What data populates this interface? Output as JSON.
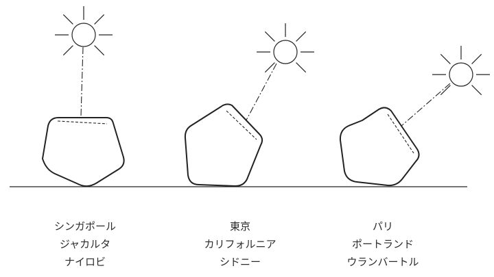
{
  "diagram": {
    "panels": [
      {
        "cities": [
          "シンガポール",
          "ジャカルタ",
          "ナイロビ"
        ]
      },
      {
        "cities": [
          "東京",
          "カリフォルニア",
          "シドニー"
        ]
      },
      {
        "cities": [
          "パリ",
          "ポートランド",
          "ウランバートル"
        ]
      }
    ],
    "colors": {
      "stroke": "#222222",
      "text": "#2a2a2a",
      "background": "#ffffff"
    },
    "icons": [
      "sun-icon",
      "speaker-shape"
    ]
  }
}
